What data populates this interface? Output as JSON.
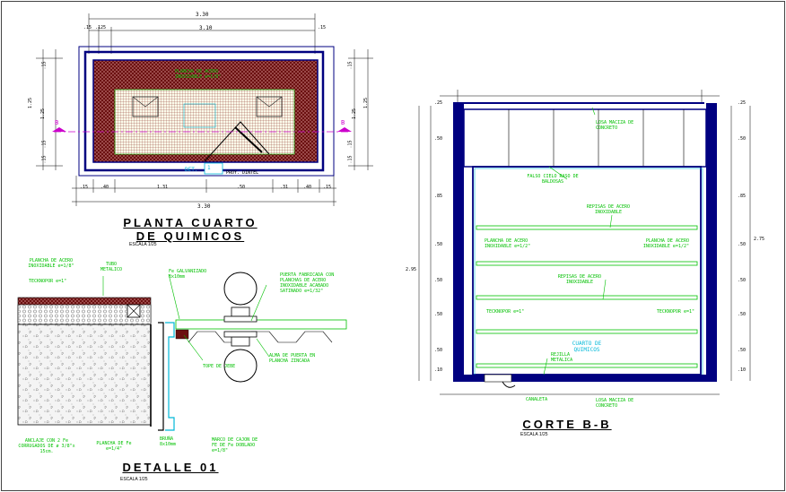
{
  "colors": {
    "structure": "#000080",
    "annot": "#00c000",
    "dim": "#000000",
    "section": "#cc00cc",
    "cyan": "#00b8d8",
    "hatch": "#7a1010",
    "brick": "#5a2818"
  },
  "plan": {
    "title_line1": "PLANTA CUARTO",
    "title_line2": "DE QUIMICOS",
    "scale": "ESCALA 1/25",
    "dims_top": [
      "3.30",
      "3.10",
      ".15",
      ".125",
      ".15"
    ],
    "dims_bottom": [
      ".15",
      ".40",
      "1.31",
      ".50",
      ".31",
      ".40",
      ".15"
    ],
    "dim_bottom_total": "3.30",
    "dims_left": [
      "1.25",
      ".15",
      "1.25",
      ".15",
      ".15"
    ],
    "dims_right": [
      "1.25",
      ".15",
      "1.25",
      ".15",
      ".15"
    ],
    "labels": {
      "plancha": "PLANCHA DE ACERO INOXIDABLE e=1/8\"",
      "det": "DET.",
      "det_num": "1",
      "proy": "PROY. DINTEL",
      "section_mark": "B"
    }
  },
  "detail": {
    "title": "DETALLE 01",
    "scale": "ESCALA 1/25",
    "labels": {
      "plancha": "PLANCHA DE ACERO INOXIDABLE e=1/8\"",
      "tubo": "TUBO METALICO",
      "tecknopor": "TECKNOPOR e=1\"",
      "fe_galv": "Fe GALVANIZADO 8x10mm",
      "puerta": "PUERTA FABRICADA CON PLANCHAS DE ACERO INOXIDABLE ACABADO SATINADO e=1/32\"",
      "tope": "TOPE DE JEBE",
      "alma": "ALMA DE PUERTA EN PLANCHA ZINCADA",
      "anclaje": "ANCLAJE CON 2 Fe CORRUGADOS DE ø 3/8\"x 15cm.",
      "plancha_fe": "PLANCHA DE Fe e=1/4\"",
      "bruna": "BRUÑA 8x10mm",
      "marco": "MARCO DE CAJON DE FE DE Fe DOBLADO e=1/8\""
    }
  },
  "section": {
    "title": "CORTE B-B",
    "scale": "ESCALA 1/25",
    "labels": {
      "losa_top": "LOSA MACIZA DE CONCRETO",
      "falso": "FALSO CIELO RASO DE BALDOSAS",
      "repisas1": "REPISAS DE ACERO INOXIDABLE",
      "plancha_l": "PLANCHA DE ACERO INOXIDABLE e=1/2\"",
      "plancha_r": "PLANCHA DE ACERO INOXIDABLE e=1/2\"",
      "repisas2": "REPISAS DE ACERO INOXIDABLE",
      "tecknopor_l": "TECKNOPOR e=1\"",
      "tecknopor_r": "TECKNOPOR e=1\"",
      "cuarto": "CUARTO DE QUIMICOS",
      "rejilla": "REJILLA METALICA",
      "canaleta": "CANALETA",
      "losa_bot": "LOSA MACIZA DE CONCRETO"
    },
    "dims_left": [
      ".25",
      ".50",
      ".85",
      ".50",
      ".50",
      ".50",
      ".50",
      ".10"
    ],
    "dims_right": [
      ".25",
      ".50",
      ".85",
      ".50",
      ".50",
      ".50",
      ".50",
      ".10"
    ],
    "dim_left_total": "2.95",
    "dim_right_total": "2.75"
  }
}
